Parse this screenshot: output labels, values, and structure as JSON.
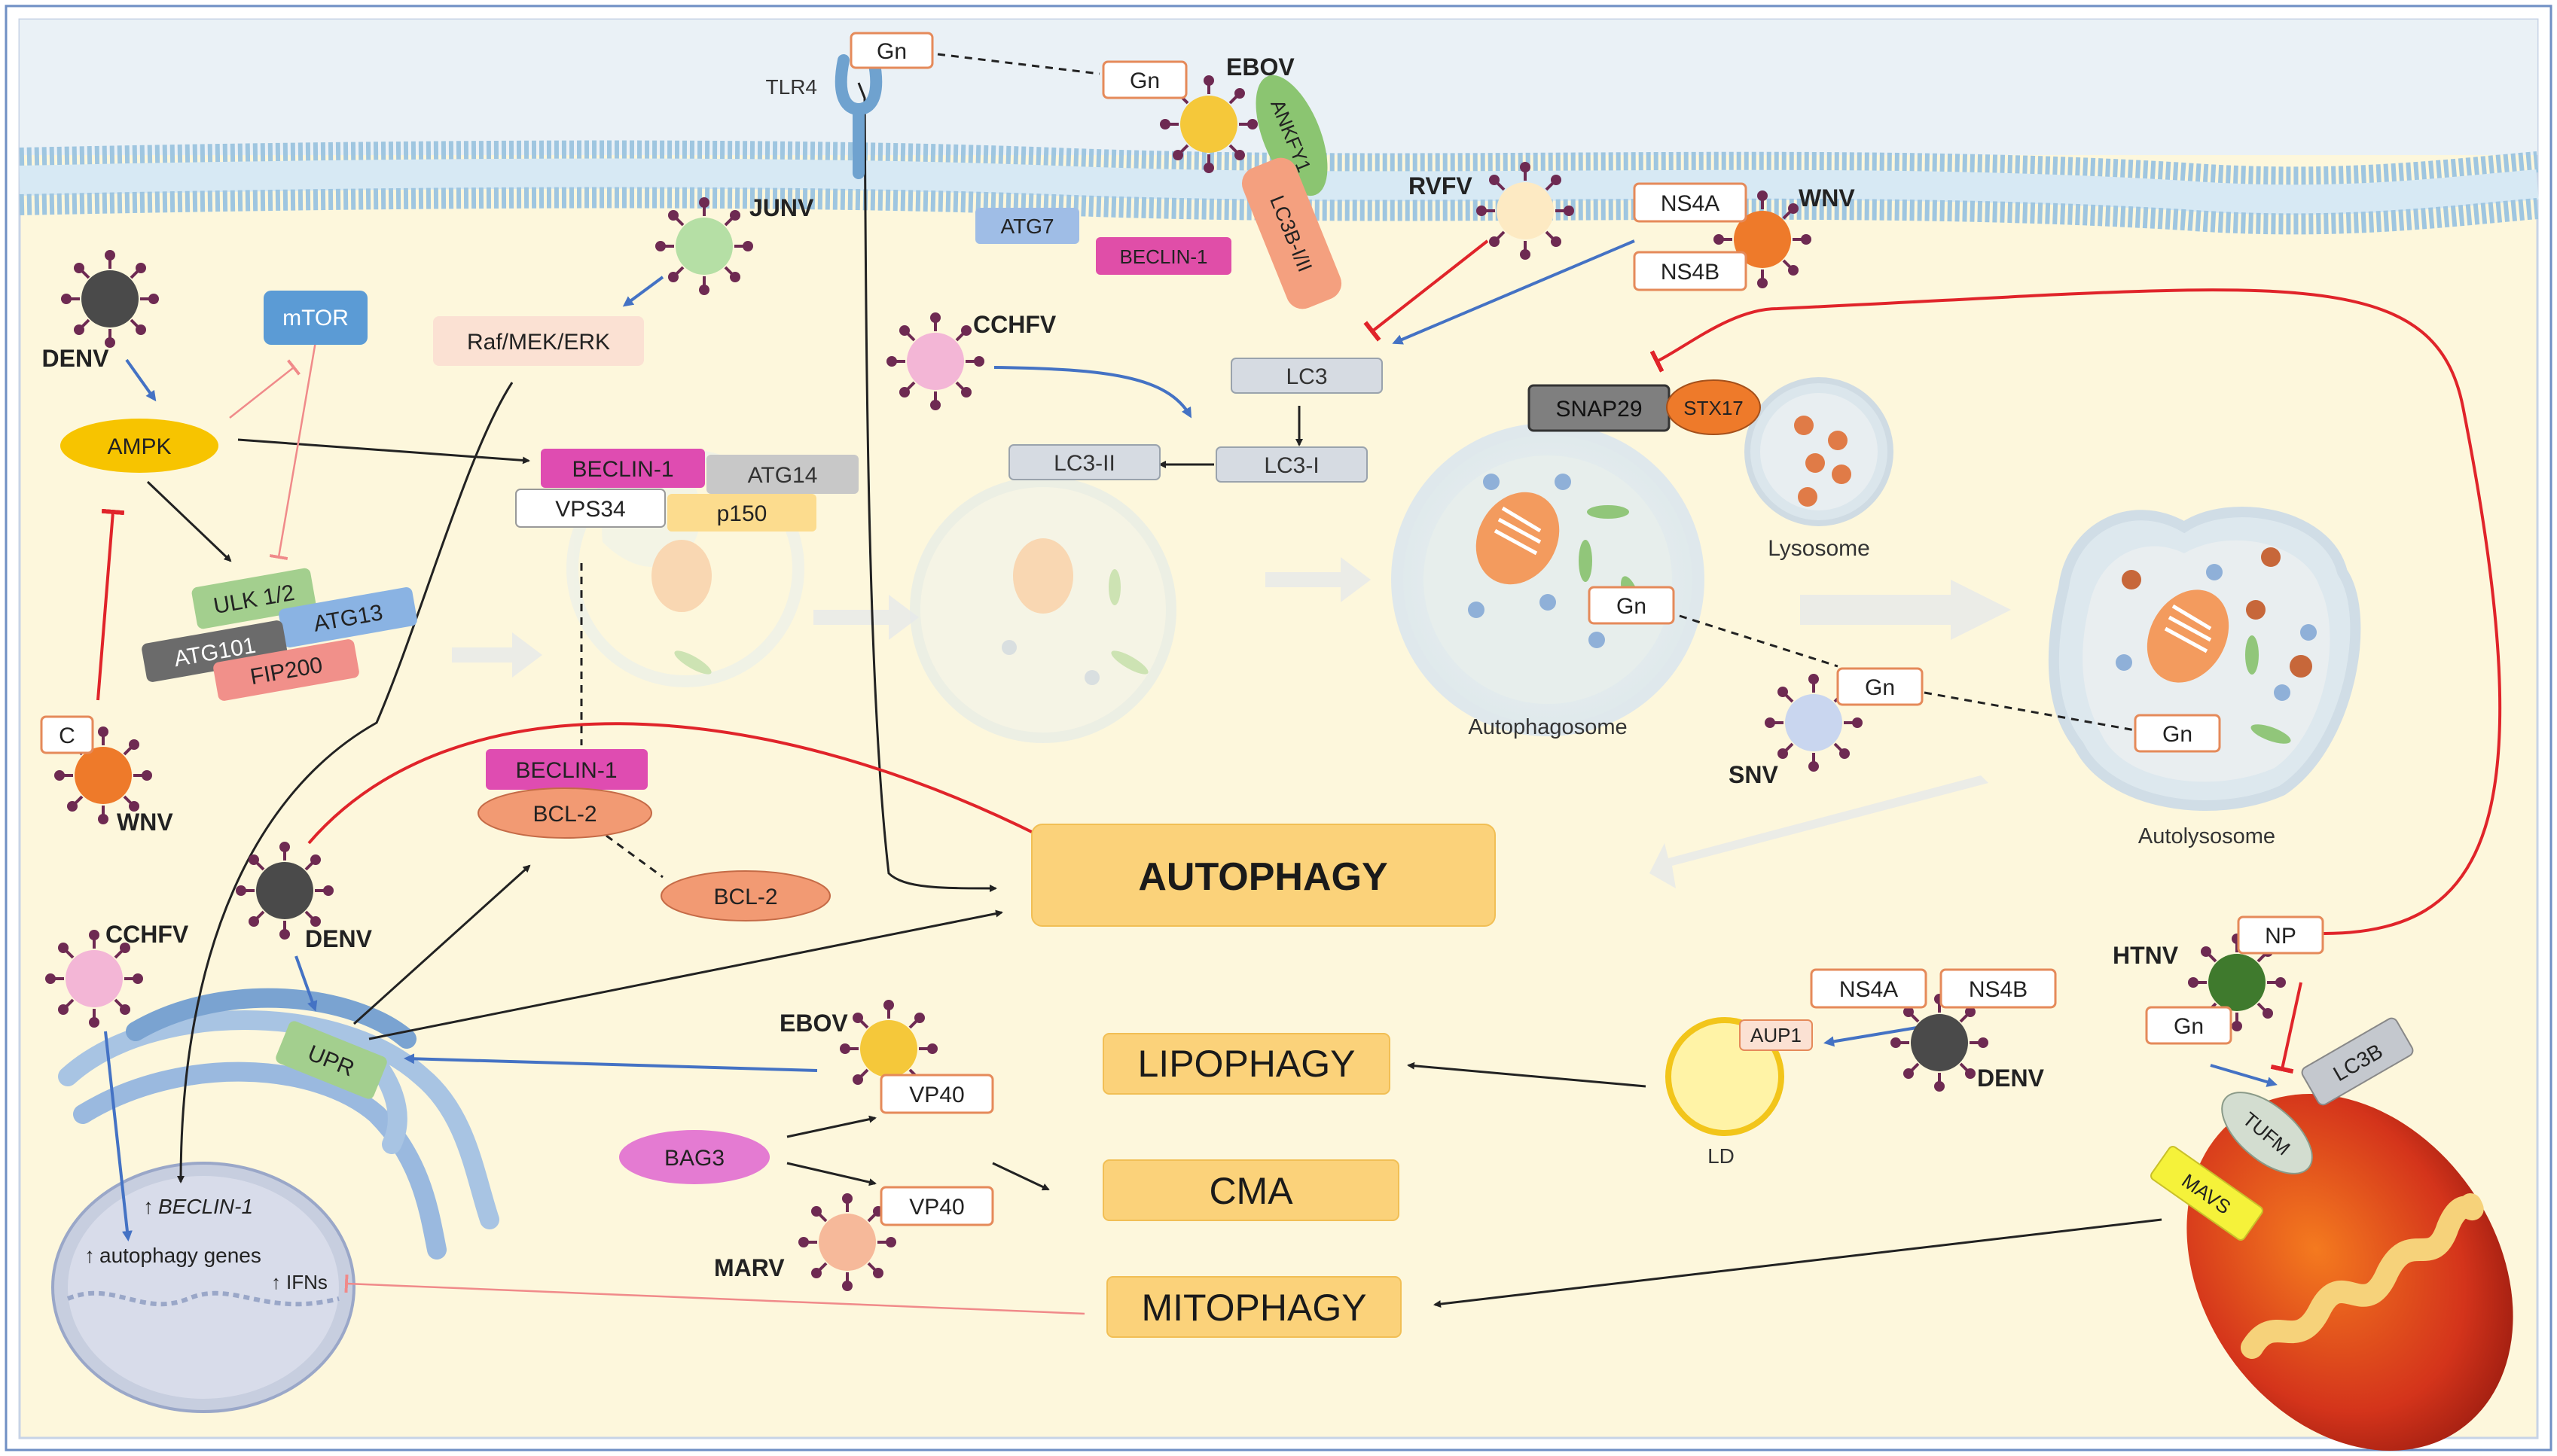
{
  "colors": {
    "background": "#fdf7dc",
    "membrane_head": "#b9d6e8",
    "membrane_core": "#dcecf6",
    "virus_spike": "#6e2a52",
    "red_arrow": "#e0242a",
    "blue_arrow": "#4472c4",
    "outcome_box": "#fbd27a"
  },
  "viruses": {
    "denv_top": "DENV",
    "junv": "JUNV",
    "ebov_top": "EBOV",
    "rvfv": "RVFV",
    "wnv_top": "WNV",
    "cchfv_mid": "CCHFV",
    "wnv_left": "WNV",
    "cchfv_left": "CCHFV",
    "denv_mid": "DENV",
    "ebov_mid": "EBOV",
    "marv": "MARV",
    "snv": "SNV",
    "htnv": "HTNV",
    "denv_right": "DENV"
  },
  "receptor": {
    "tlr4": "TLR4"
  },
  "proteins": {
    "gn_tlr4": "Gn",
    "gn_ebov": "Gn",
    "ankfy1": "ANKFY1",
    "lc3b_i_ii": "LC3B-I/II",
    "atg7": "ATG7",
    "beclin1_top": "BECLIN-1",
    "ns4a_top": "NS4A",
    "ns4b_top": "NS4B",
    "mtor": "mTOR",
    "raf_mek_erk": "Raf/MEK/ERK",
    "ampk": "AMPK",
    "beclin1_complex": "BECLIN-1",
    "atg14": "ATG14",
    "vps34": "VPS34",
    "p150": "p150",
    "ulk12": "ULK 1/2",
    "atg101": "ATG101",
    "atg13": "ATG13",
    "fip200": "FIP200",
    "c_protein": "C",
    "lc3": "LC3",
    "lc3_i": "LC3-I",
    "lc3_ii": "LC3-II",
    "snap29": "SNAP29",
    "stx17": "STX17",
    "gn_autophagosome": "Gn",
    "gn_snv": "Gn",
    "gn_autolysosome": "Gn",
    "beclin1_bcl2": "BECLIN-1",
    "bcl2_bound": "BCL-2",
    "bcl2_free": "BCL-2",
    "upr": "UPR",
    "vp40_ebov": "VP40",
    "vp40_marv": "VP40",
    "bag3": "BAG3",
    "ns4a_bottom": "NS4A",
    "ns4b_bottom": "NS4B",
    "aup1": "AUP1",
    "np": "NP",
    "gn_htnv": "Gn",
    "lc3b": "LC3B",
    "tufm": "TUFM",
    "mavs": "MAVS"
  },
  "organelles": {
    "lysosome": "Lysosome",
    "autophagosome": "Autophagosome",
    "autolysosome": "Autolysosome",
    "ld": "LD"
  },
  "nucleus": {
    "beclin_gene": "BECLIN-1",
    "autophagy_genes": "autophagy genes",
    "ifns": "IFNs",
    "up_arrow": "↑"
  },
  "outcomes": {
    "autophagy": "AUTOPHAGY",
    "lipophagy": "LIPOPHAGY",
    "cma": "CMA",
    "mitophagy": "MITOPHAGY"
  }
}
